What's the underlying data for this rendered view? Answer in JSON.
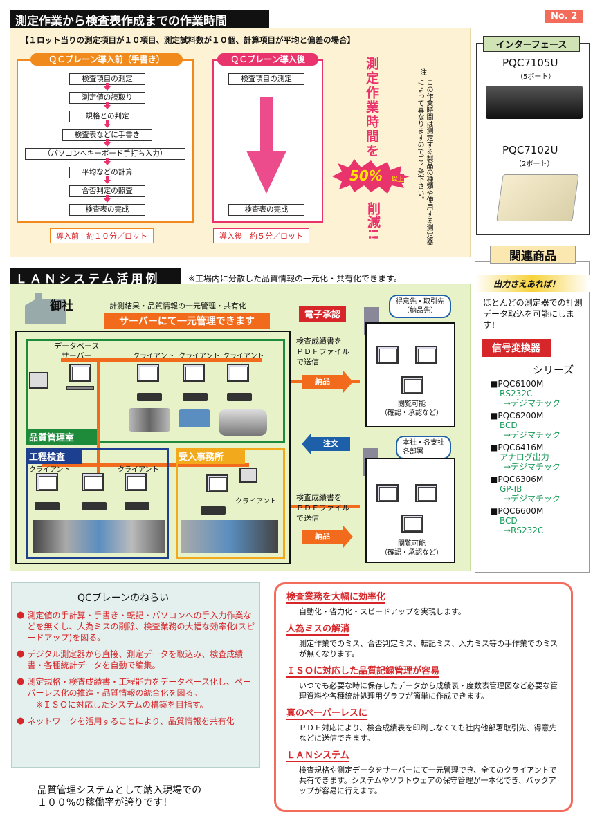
{
  "header": {
    "title": "測定作業から検査表作成までの作業時間",
    "page_no": "No. 2"
  },
  "top": {
    "condition": "【１ロット当りの測定項目が１０項目、測定試料数が１０個、計算項目が平均と偏差の場合】",
    "before": {
      "title": "ＱＣブレーン導入前（手書き）",
      "steps": [
        "検査項目の測定",
        "測定値の読取り",
        "規格との判定",
        "検査表などに手書き",
        "（パソコンへキーボード手打ち入力）",
        "平均などの計算",
        "合否判定の照査",
        "検査表の完成"
      ],
      "time": "導入前　約１０分／ロット"
    },
    "after": {
      "title": "ＱＣブレーン導入後",
      "steps": [
        "検査項目の測定",
        "検査表の完成"
      ],
      "time": "導入後　約５分／ロット"
    },
    "reduce_top": "測定作業時間を",
    "reduce_pct": "50%",
    "reduce_suffix": "以上",
    "reduce_bottom": "削減!!",
    "note_head": "注",
    "note_text": "この作業時間は測定する製品の種類や使用する測定器によって異なりますのでご了承下さい。"
  },
  "interface": {
    "title": "インターフェース",
    "p1_name": "PQC7105U",
    "p1_ports": "（5ポート）",
    "p2_name": "PQC7102U",
    "p2_ports": "（2ポート）"
  },
  "related": {
    "title": "関連商品",
    "tag": "出力さえあれば！",
    "desc": "ほとんどの測定器での計測データ取込を可能にします！",
    "converter": "信号変換器",
    "series": "シリーズ",
    "products": [
      {
        "name": "■PQC6100M",
        "sub1": "RS232C",
        "sub2": "→デジマチック"
      },
      {
        "name": "■PQC6200M",
        "sub1": "BCD",
        "sub2": "→デジマチック"
      },
      {
        "name": "■PQC6416M",
        "sub1": "アナログ出力",
        "sub2": "→デジマチック"
      },
      {
        "name": "■PQC6306M",
        "sub1": "GP-IB",
        "sub2": "→デジマチック"
      },
      {
        "name": "■PQC6600M",
        "sub1": "BCD",
        "sub2": "→RS232C"
      }
    ]
  },
  "lan": {
    "title": "ＬＡＮシステム活用例",
    "subtitle": "※工場内に分散した品質情報の一元化・共有化できます。",
    "company": "御社",
    "mgmt_line": "計測結果・品質情報の一元管理・共有化",
    "server_banner": "サーバーにて一元管理できます",
    "db_server": "データベース\nサーバー",
    "client": "クライアント",
    "qc_room": "品質管理室",
    "process": "工程検査",
    "receiving": "受入事務所",
    "e_approval": "電子承認",
    "customer": "得意先・取引先\n（納品先）",
    "send_pdf": "検査成績書を\nＰＤＦファイル\nで送信",
    "deliver": "納品",
    "order": "注文",
    "branch": "本社・各支社\n各部署",
    "view": "閲覧可能\n（確認・承認など）"
  },
  "aim": {
    "title": "QCブレーンのねらい",
    "bullets": [
      "測定値の手計算・手書き・転記・パソコンへの手入力作業などを無くし、人為ミスの削除、検査業務の大幅な効率化(スピードアップ)を図る。",
      "デジタル測定器から直接、測定データを取込み、検査成績書・各種統計データを自動で編集。",
      "測定規格・検査成績書・工程能力をデータベース化し、ペーパーレス化の推進・品質情報の統合化を図る。",
      "ネットワークを活用することにより、品質情報を共有化"
    ],
    "iso_note": "※ＩＳＯに対応したシステムの構築を目指す。",
    "footer": "品質管理システムとして納入現場での\n１００%の稼働率が誇りです！"
  },
  "benefits": [
    {
      "head": "検査業務を大幅に効率化",
      "body": "自動化・省力化・スピードアップを実現します。"
    },
    {
      "head": "人為ミスの解消",
      "body": "測定作業でのミス、合否判定ミス、転記ミス、入力ミス等の手作業でのミスが無くなります。"
    },
    {
      "head": "ＩＳＯに対応した品質記録管理が容易",
      "body": "いつでも必要な時に保存したデータから成績表・度数表管理図など必要な管理資料や各種統計処理用グラフが簡単に作成できます。"
    },
    {
      "head": "真のペーパーレスに",
      "body": "ＰＤＦ対応により、検査成績表を印刷しなくても社内他部署取引先、得意先などに送信できます。"
    },
    {
      "head": "ＬＡＮシステム",
      "body": "検査規格や測定データをサーバーにて一元管理でき、全てのクライアントで共有できます。システムやソフトウェアの保守管理が一本化でき、バックアップが容易に行えます。"
    }
  ]
}
